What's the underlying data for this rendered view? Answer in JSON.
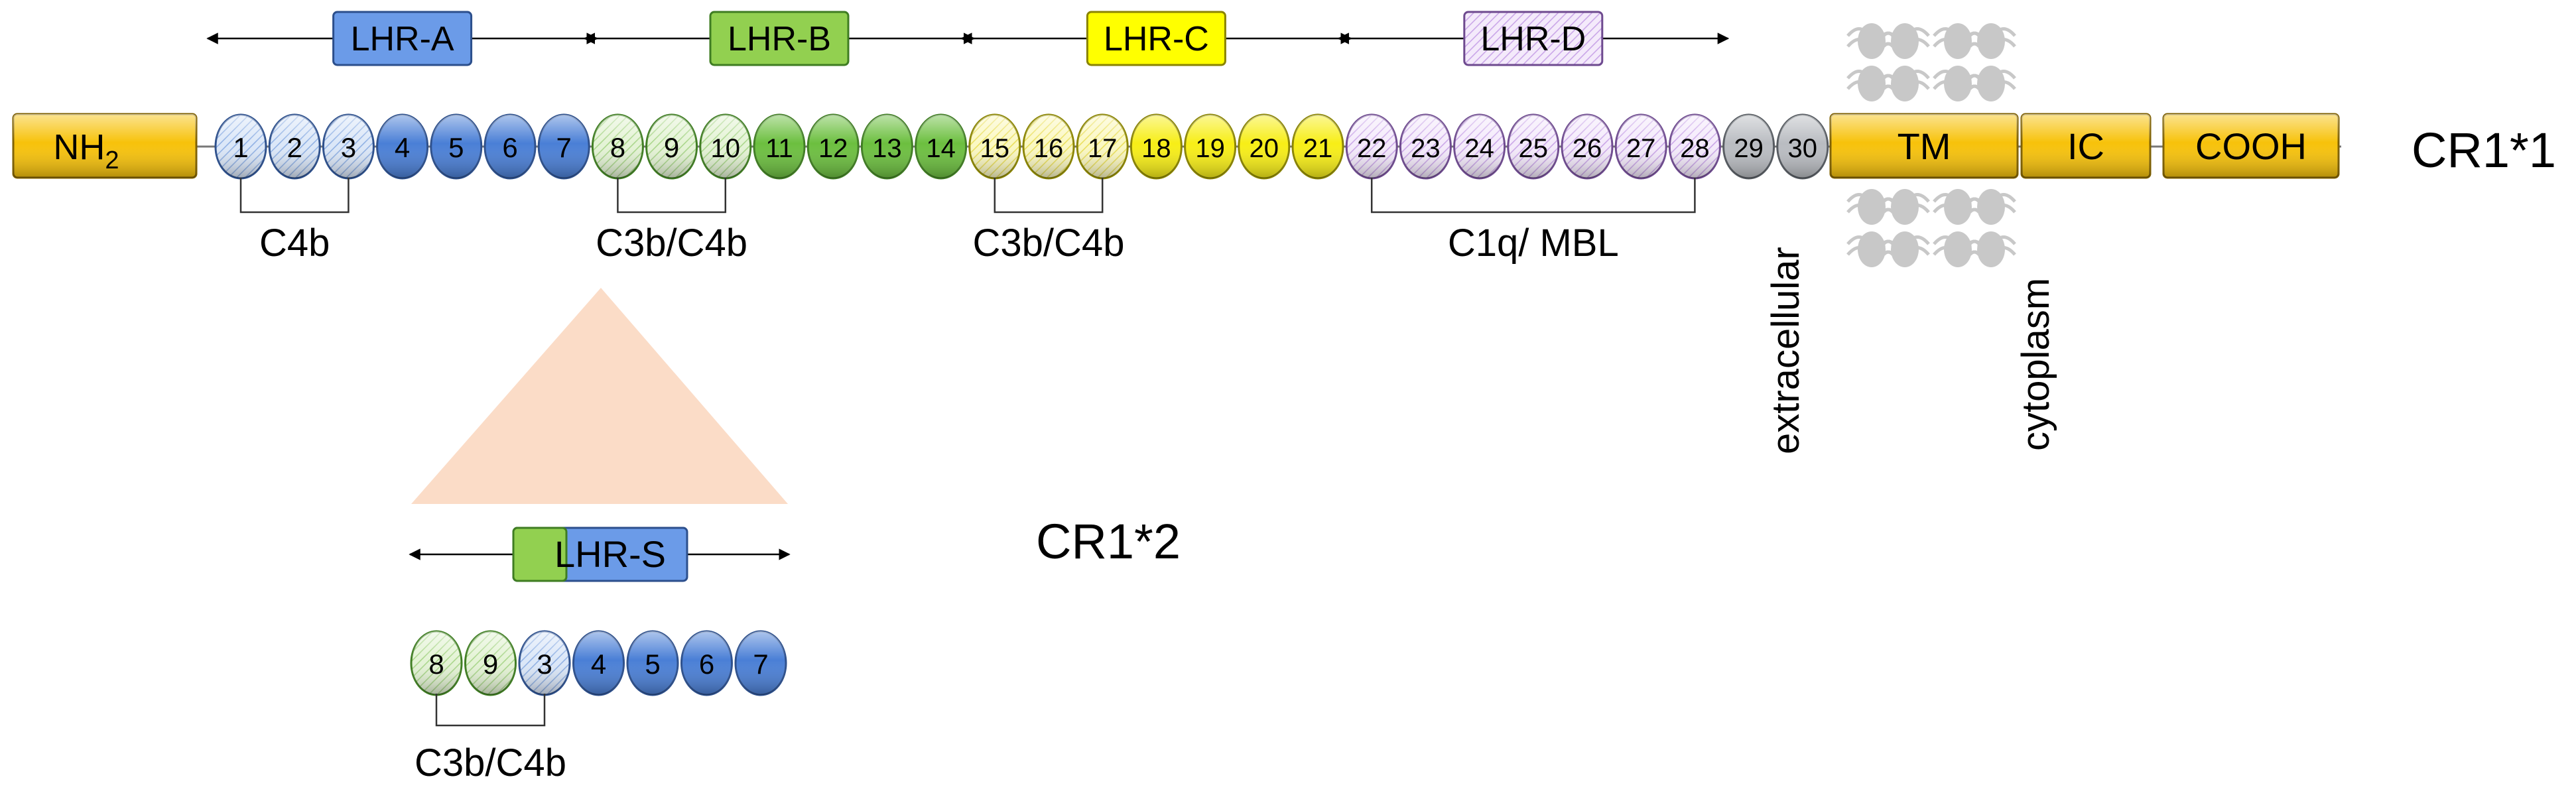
{
  "variant_1": {
    "label": "CR1*1",
    "regions": [
      {
        "label": "LHR-A",
        "style": "blue",
        "from": 1,
        "to": 7
      },
      {
        "label": "LHR-B",
        "style": "green",
        "from": 8,
        "to": 14
      },
      {
        "label": "LHR-C",
        "style": "yellow",
        "from": 15,
        "to": 21
      },
      {
        "label": "LHR-D",
        "style": "purple-hatched",
        "from": 22,
        "to": 28
      }
    ],
    "domains": [
      {
        "n": "1",
        "style": "blue-hatched"
      },
      {
        "n": "2",
        "style": "blue-hatched"
      },
      {
        "n": "3",
        "style": "blue-hatched"
      },
      {
        "n": "4",
        "style": "blue"
      },
      {
        "n": "5",
        "style": "blue"
      },
      {
        "n": "6",
        "style": "blue"
      },
      {
        "n": "7",
        "style": "blue"
      },
      {
        "n": "8",
        "style": "green-hatched"
      },
      {
        "n": "9",
        "style": "green-hatched"
      },
      {
        "n": "10",
        "style": "green-hatched"
      },
      {
        "n": "11",
        "style": "green"
      },
      {
        "n": "12",
        "style": "green"
      },
      {
        "n": "13",
        "style": "green"
      },
      {
        "n": "14",
        "style": "green"
      },
      {
        "n": "15",
        "style": "yellow-hatched"
      },
      {
        "n": "16",
        "style": "yellow-hatched"
      },
      {
        "n": "17",
        "style": "yellow-hatched"
      },
      {
        "n": "18",
        "style": "yellow"
      },
      {
        "n": "19",
        "style": "yellow"
      },
      {
        "n": "20",
        "style": "yellow"
      },
      {
        "n": "21",
        "style": "yellow"
      },
      {
        "n": "22",
        "style": "purple-hatched"
      },
      {
        "n": "23",
        "style": "purple-hatched"
      },
      {
        "n": "24",
        "style": "purple-hatched"
      },
      {
        "n": "25",
        "style": "purple-hatched"
      },
      {
        "n": "26",
        "style": "purple-hatched"
      },
      {
        "n": "27",
        "style": "purple-hatched"
      },
      {
        "n": "28",
        "style": "purple-hatched"
      },
      {
        "n": "29",
        "style": "gray"
      },
      {
        "n": "30",
        "style": "gray"
      }
    ],
    "binding_sites": [
      {
        "label": "C4b",
        "from": 1,
        "to": 3
      },
      {
        "label": "C3b/C4b",
        "from": 8,
        "to": 10
      },
      {
        "label": "C3b/C4b",
        "from": 15,
        "to": 17
      },
      {
        "label": "C1q/ MBL",
        "from": 22,
        "to": 28
      }
    ],
    "nh2": {
      "main": "NH",
      "sub": "2"
    },
    "blocks": [
      "TM",
      "IC",
      "COOH"
    ],
    "side_labels": {
      "extracellular": "extracellular",
      "cytoplasm": "cytoplasm"
    }
  },
  "variant_2": {
    "label": "CR1*2",
    "region": {
      "label": "LHR-S"
    },
    "domains": [
      {
        "n": "8",
        "style": "green-hatched"
      },
      {
        "n": "9",
        "style": "green-hatched"
      },
      {
        "n": "3",
        "style": "blue-hatched"
      },
      {
        "n": "4",
        "style": "blue"
      },
      {
        "n": "5",
        "style": "blue"
      },
      {
        "n": "6",
        "style": "blue"
      },
      {
        "n": "7",
        "style": "blue"
      }
    ],
    "binding_site": {
      "label": "C3b/C4b",
      "from_index": 0,
      "to_index": 2
    }
  },
  "colors": {
    "blue": "#4a7fd6",
    "blue_light": "#dbe7f8",
    "green": "#6cbf3f",
    "green_light": "#e4f3d5",
    "yellow": "#f7ee16",
    "yellow_light": "#fbf8c2",
    "purple": "#c9a9e6",
    "purple_light": "#f4eafb",
    "gray": "#b9bcc1",
    "orange": "#f7c20a",
    "triangle": "#fbdcc7",
    "membrane": "#c8c8c8"
  }
}
